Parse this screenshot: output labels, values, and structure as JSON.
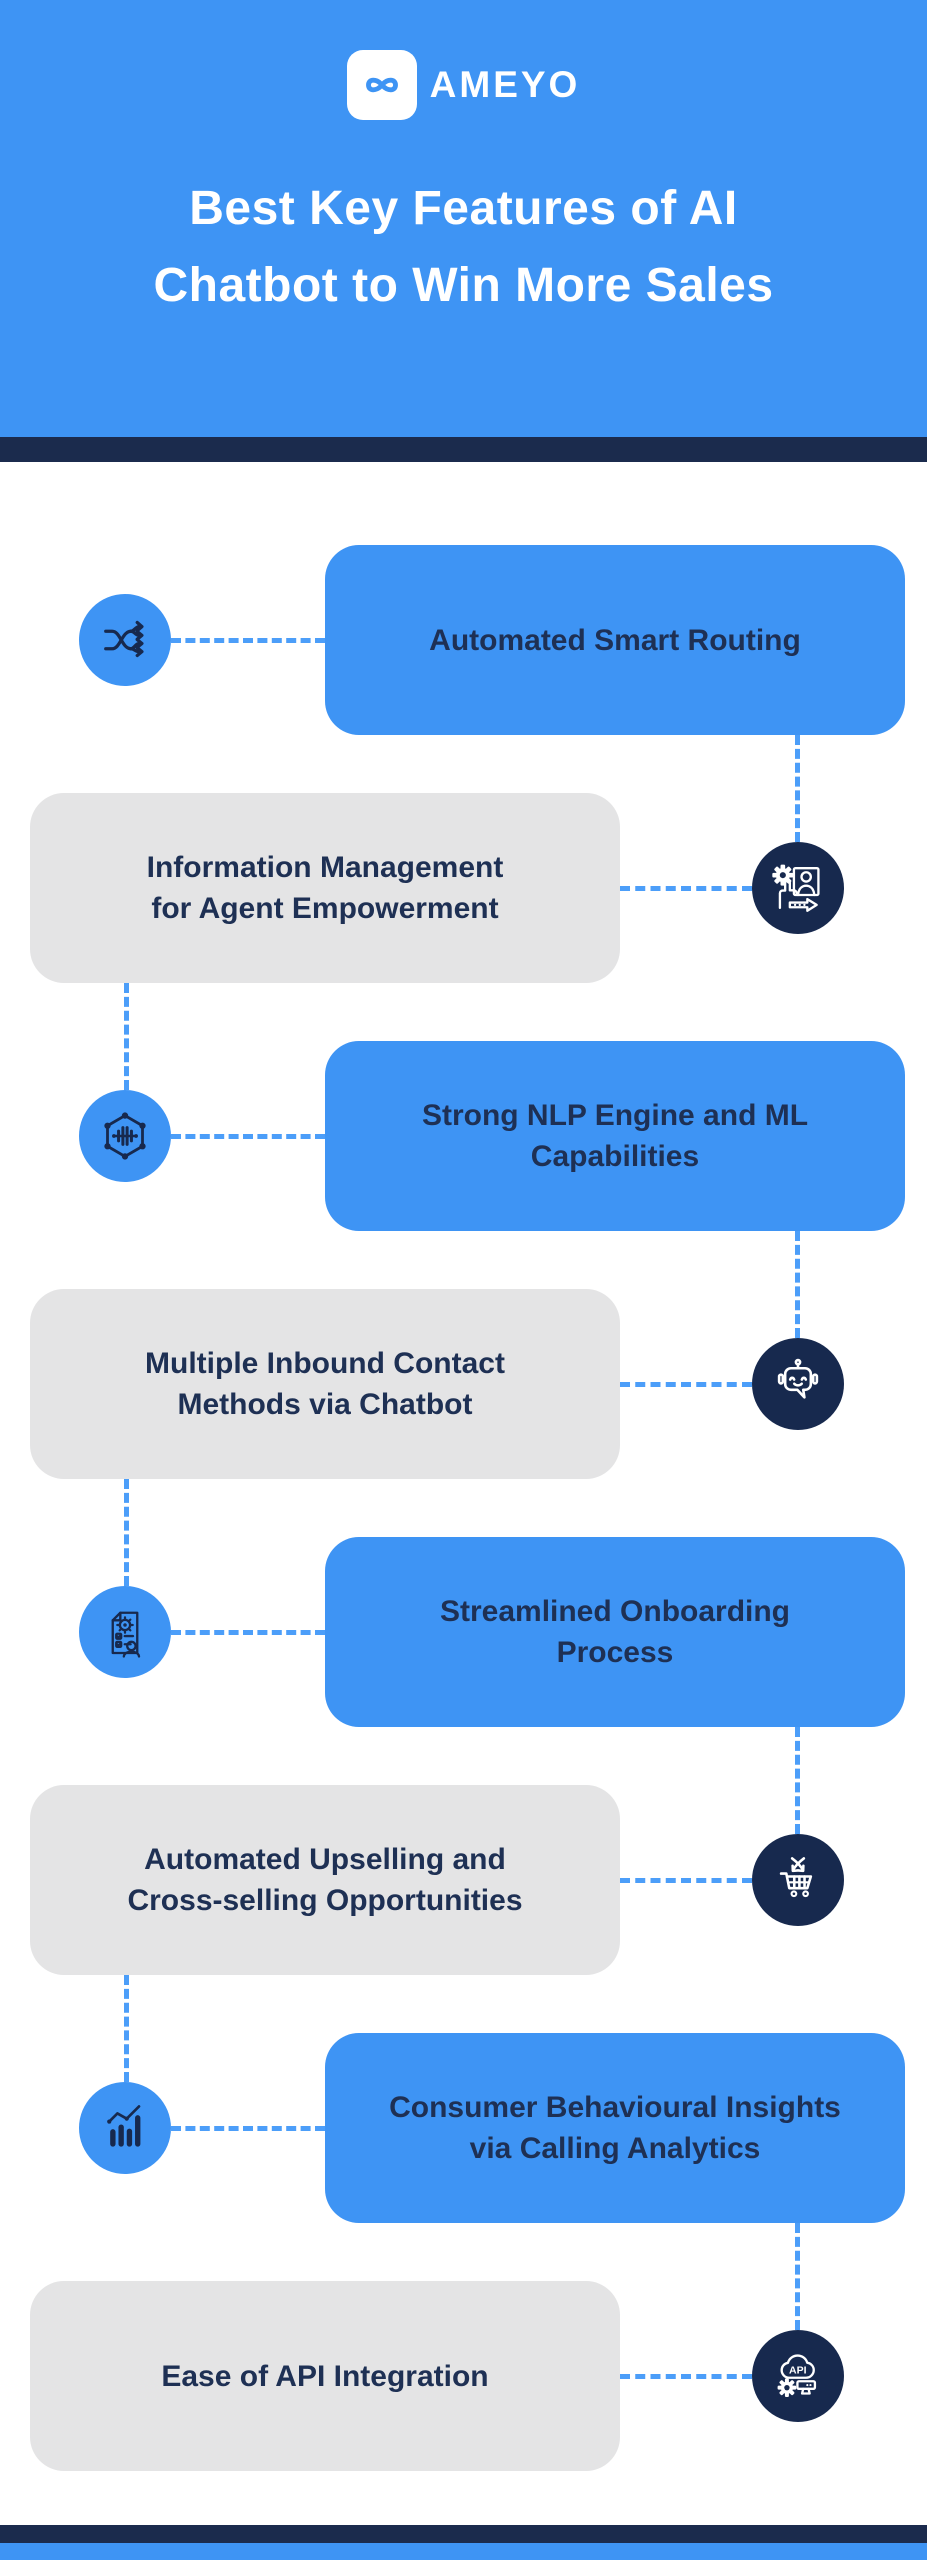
{
  "colors": {
    "blue": "#3E94F4",
    "dash": "#4C9EF9",
    "gray": "#E4E4E5",
    "navy": "#1B2B4D",
    "iconnavy": "#17294E",
    "textnavy": "#1E3054",
    "white": "#FFFFFF"
  },
  "brand": {
    "name": "AMEYO",
    "logo_icon": "infinity-icon"
  },
  "header": {
    "title_line1": "Best Key Features of AI",
    "title_line2": "Chatbot to Win More Sales"
  },
  "features": [
    {
      "label": "Automated Smart Routing",
      "line1": "Automated Smart Routing",
      "line2": "",
      "icon": "smart-routing-icon",
      "card_color": "blue",
      "card_side": "right"
    },
    {
      "label": "Information Management for Agent Empowerment",
      "line1": "Information Management",
      "line2": "for Agent Empowerment",
      "icon": "agent-empowerment-icon",
      "card_color": "gray",
      "card_side": "left"
    },
    {
      "label": "Strong NLP Engine and ML Capabilities",
      "line1": "Strong NLP Engine and ML",
      "line2": "Capabilities",
      "icon": "nlp-engine-icon",
      "card_color": "blue",
      "card_side": "right"
    },
    {
      "label": "Multiple Inbound Contact Methods via Chatbot",
      "line1": "Multiple Inbound Contact",
      "line2": "Methods via Chatbot",
      "icon": "chatbot-icon",
      "card_color": "gray",
      "card_side": "left"
    },
    {
      "label": "Streamlined Onboarding Process",
      "line1": "Streamlined Onboarding",
      "line2": "Process",
      "icon": "onboarding-icon",
      "card_color": "blue",
      "card_side": "right"
    },
    {
      "label": "Automated Upselling and Cross-selling Opportunities",
      "line1": "Automated Upselling and",
      "line2": "Cross-selling Opportunities",
      "icon": "upsell-cart-icon",
      "card_color": "gray",
      "card_side": "left"
    },
    {
      "label": "Consumer Behavioural Insights via Calling Analytics",
      "line1": "Consumer Behavioural Insights",
      "line2": "via Calling Analytics",
      "icon": "calling-analytics-icon",
      "card_color": "blue",
      "card_side": "right"
    },
    {
      "label": "Ease of API Integration",
      "line1": "Ease of API Integration",
      "line2": "",
      "icon": "api-integration-icon",
      "card_color": "gray",
      "card_side": "left"
    }
  ]
}
